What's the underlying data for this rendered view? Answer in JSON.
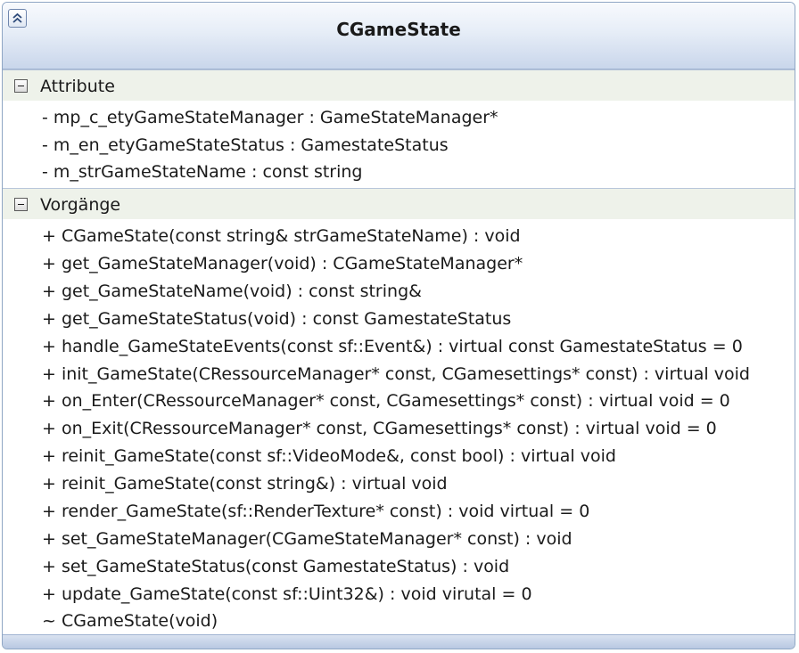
{
  "class_name": "CGameState",
  "icons": {
    "collapse": "double-chevron-up-icon",
    "section_toggle": "minus-box-icon"
  },
  "sections": {
    "attributes": {
      "label": "Attribute",
      "items": [
        "- mp_c_etyGameStateManager : GameStateManager*",
        "- m_en_etyGameStateStatus : GamestateStatus",
        "- m_strGameStateName : const string"
      ]
    },
    "operations": {
      "label": "Vorgänge",
      "items": [
        "+ CGameState(const string& strGameStateName) : void",
        "+ get_GameStateManager(void) : CGameStateManager*",
        "+ get_GameStateName(void) : const string&",
        "+ get_GameStateStatus(void) : const GamestateStatus",
        "+ handle_GameStateEvents(const sf::Event&) : virtual const GamestateStatus = 0",
        "+ init_GameState(CRessourceManager* const, CGamesettings* const) : virtual void",
        "+ on_Enter(CRessourceManager* const, CGamesettings* const) : virtual void = 0",
        "+ on_Exit(CRessourceManager* const, CGamesettings* const) : virtual void = 0",
        "+ reinit_GameState(const sf::VideoMode&, const bool) : virtual void",
        "+ reinit_GameState(const string&) : virtual void",
        "+ render_GameState(sf::RenderTexture* const) : void virtual = 0",
        "+ set_GameStateManager(CGameStateManager* const) : void",
        "+ set_GameStateStatus(const GamestateStatus) : void",
        "+ update_GameState(const sf::Uint32&) : void virutal = 0",
        "~ CGameState(void)"
      ]
    }
  }
}
